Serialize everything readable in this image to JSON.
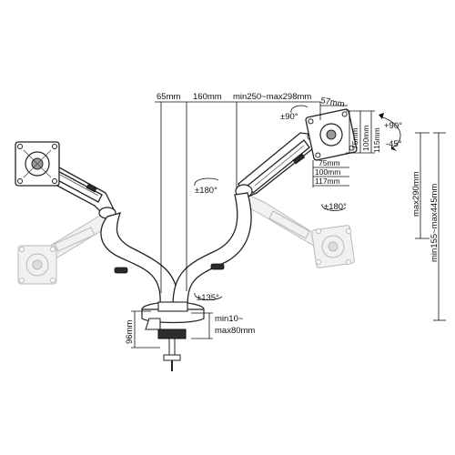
{
  "labels": {
    "width_65": "65mm",
    "width_160": "160mm",
    "reach": "min250~max298mm",
    "width_57": "57mm",
    "rot_90": "±90°",
    "rot_180_left": "±180°",
    "rot_180_right": "±180°",
    "rot_135": "±135°",
    "tilt_up": "+90°",
    "tilt_down": "-45°",
    "v_75": "75mm",
    "v_100": "100mm",
    "v_115": "115mm",
    "h_75": "75mm",
    "h_100": "100mm",
    "h_117": "117mm",
    "height_max": "max290mm",
    "height_range": "min155~max445mm",
    "clamp_height": "96mm",
    "clamp_range_1": "min10~",
    "clamp_range_2": "max80mm"
  }
}
